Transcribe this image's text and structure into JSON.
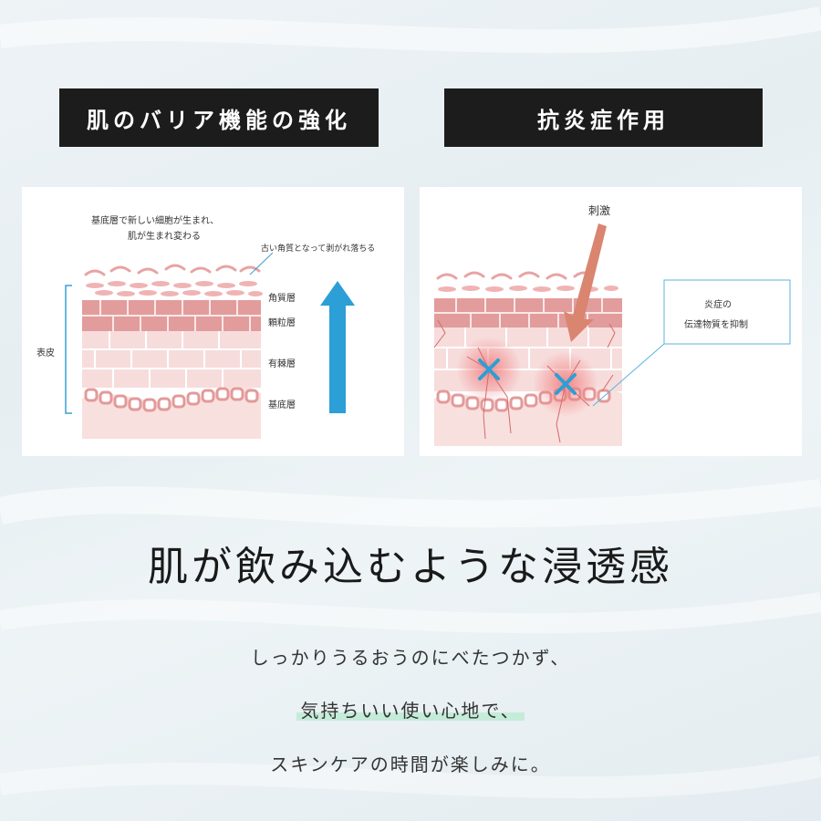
{
  "left_card": {
    "heading": "肌のバリア機能の強化",
    "note_line1": "基底層で新しい細胞が生まれ、",
    "note_line2": "肌が生まれ変わる",
    "note_peel": "古い角質となって剥がれ落ちる",
    "epidermis": "表皮",
    "layers": [
      "角質層",
      "顆粒層",
      "有棘層",
      "基底層"
    ]
  },
  "right_card": {
    "heading": "抗炎症作用",
    "stimulus": "刺激",
    "callout_line1": "炎症の",
    "callout_line2": "伝達物質を抑制"
  },
  "main": {
    "title": "肌が飲み込むような浸透感",
    "line1": "しっかりうるおうのにべたつかず、",
    "line2": "気持ちいい使い心地で、",
    "line3": "スキンケアの時間が楽しみに。"
  },
  "colors": {
    "heading_bg": "#1c1c1c",
    "arrow_blue": "#2b9fd6",
    "skin_pink": "#e8a3a3",
    "stimulus_arrow": "#d98570",
    "highlight_green": "#c5ecd9"
  }
}
